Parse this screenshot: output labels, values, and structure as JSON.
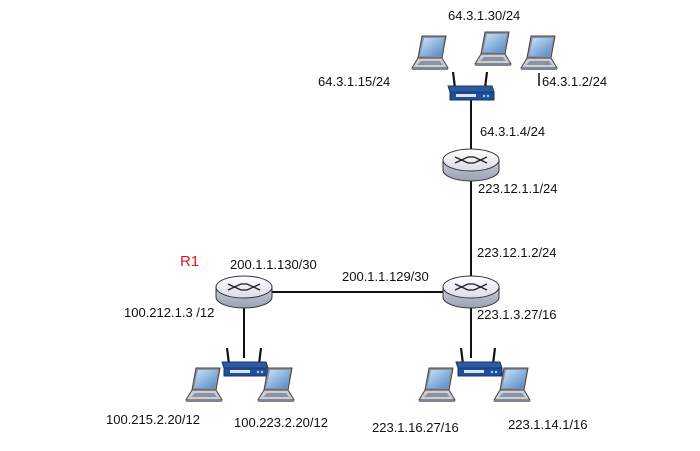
{
  "diagram": {
    "router_name": "R1",
    "colors": {
      "link": "#111111",
      "label": "#111111",
      "router_name": "#e01b1b"
    },
    "labels": {
      "top_host_center": "64.3.1.30/24",
      "top_host_left": "64.3.1.15/24",
      "top_host_right": "64.3.1.2/24",
      "top_router_upper": "64.3.1.4/24",
      "top_router_lower": "223.12.1.1/24",
      "right_router_upper": "223.12.1.2/24",
      "r1_right_iface": "200.1.1.130/30",
      "right_router_left_iface": "200.1.1.129/30",
      "r1_down_iface": "100.212.1.3 /12",
      "right_router_down_iface": "223.1.3.27/16",
      "host_bl_1": "100.215.2.20/12",
      "host_bl_2": "100.223.2.20/12",
      "host_br_1": "223.1.16.27/16",
      "host_br_2": "223.1.14.1/16"
    },
    "icons": [
      "router-icon",
      "wireless-access-point-icon",
      "laptop-icon"
    ]
  }
}
